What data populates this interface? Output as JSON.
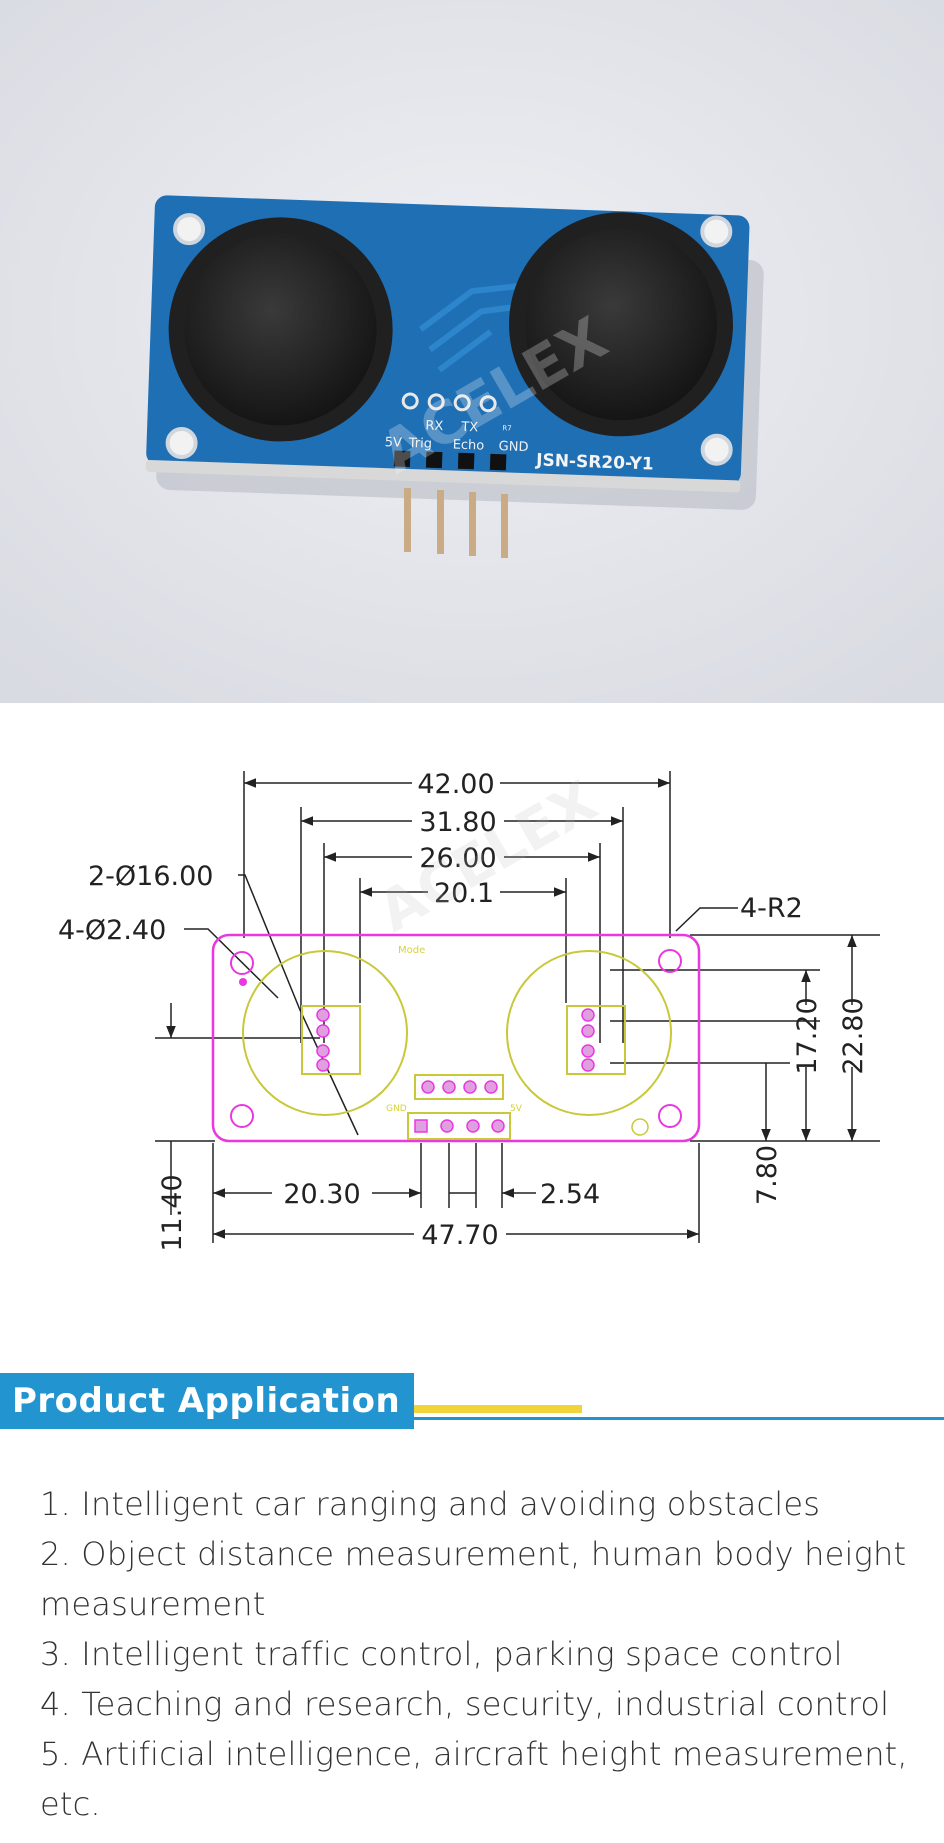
{
  "photo": {
    "pin_labels_top": [
      "RX",
      "TX"
    ],
    "pin_labels_bottom": [
      "5V",
      "Trig",
      "Echo",
      "GND"
    ],
    "model_label": "JSN-SR20-Y1",
    "tiny_label": "R7",
    "watermark": "ACELEX"
  },
  "drawing": {
    "dim_42": "42.00",
    "dim_31_8": "31.80",
    "dim_26": "26.00",
    "dim_20_1": "20.1",
    "dim_dia16": "2-Ø16.00",
    "dim_dia2_4": "4-Ø2.40",
    "dim_r2": "4-R2",
    "dim_17_2": "17.20",
    "dim_22_8": "22.80",
    "dim_7_8": "7.80",
    "dim_11_4": "11.40",
    "dim_20_3": "20.30",
    "dim_2_54": "2.54",
    "dim_47_7": "47.70",
    "board_label_mode": "Mode",
    "board_label_gnd": "GND",
    "board_label_5v": "5V",
    "watermark": "ACELEX"
  },
  "application": {
    "heading": "Product  Application",
    "items": [
      "1. Intelligent car ranging and avoiding obstacles",
      "2. Object distance measurement, human body height",
      "measurement",
      "3. Intelligent traffic control, parking space control",
      "4. Teaching and research, security, industrial control",
      "5. Artificial intelligence, aircraft height measurement,",
      "etc."
    ]
  },
  "colors": {
    "board_blue": "#1f6fb5",
    "outline_magenta": "#e838e0",
    "circle_yellow": "#c8c83a",
    "heading_blue": "#2294cf",
    "heading_yellow": "#f1d33a"
  }
}
